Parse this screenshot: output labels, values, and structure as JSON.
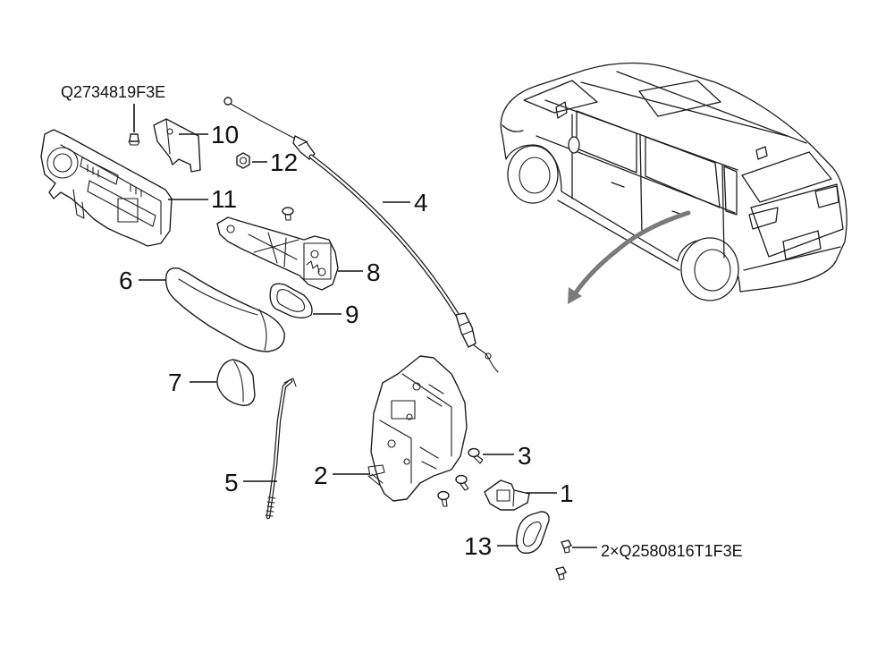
{
  "part_codes": {
    "clip_code": "Q2734819F3E",
    "screw_code": "2×Q2580816T1F3E"
  },
  "callouts": [
    "1",
    "2",
    "3",
    "4",
    "5",
    "6",
    "7",
    "8",
    "9",
    "10",
    "11",
    "12",
    "13"
  ]
}
